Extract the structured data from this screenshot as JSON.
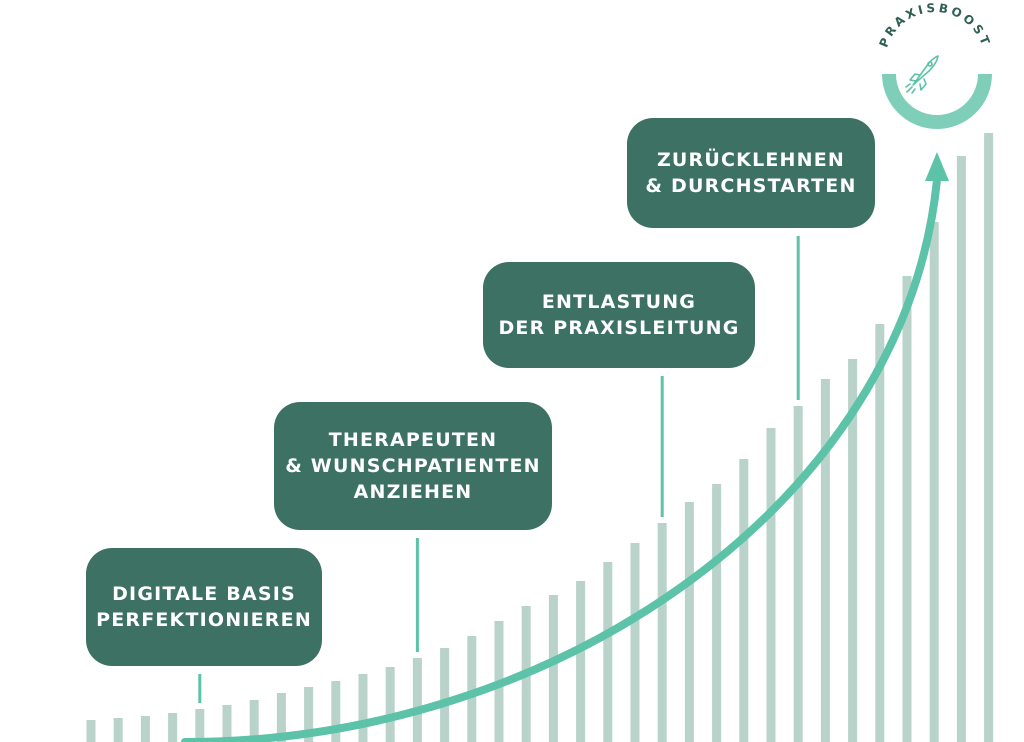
{
  "chart_data": {
    "type": "bar",
    "values": [
      22,
      24,
      26,
      29,
      33,
      37,
      42,
      49,
      55,
      61,
      68,
      75,
      84,
      94,
      106,
      121,
      136,
      147,
      161,
      180,
      199,
      219,
      240,
      258,
      283,
      314,
      336,
      363,
      383,
      418,
      466,
      520,
      586,
      609
    ],
    "ylim": [
      0,
      612
    ],
    "steps": [
      {
        "lines": [
          "DIGITALE BASIS",
          "PERFEKTIONIEREN"
        ],
        "bar_index": 4
      },
      {
        "lines": [
          "THERAPEUTEN",
          "& WUNSCHPATIENTEN",
          "ANZIEHEN"
        ],
        "bar_index": 12
      },
      {
        "lines": [
          "ENTLASTUNG",
          "DER PRAXISLEITUNG"
        ],
        "bar_index": 21
      },
      {
        "lines": [
          "ZURÜCKLEHNEN",
          "& DURCHSTARTEN"
        ],
        "bar_index": 26
      }
    ]
  },
  "logo": {
    "text": "PRAXISBOOST",
    "icon": "rocket-icon"
  },
  "colors": {
    "bar": "#b9d3cb",
    "box": "#3d7163",
    "box_text": "#ffffff",
    "curve": "#5cc2a8",
    "connector": "#5cc2a8",
    "logo_ring": "#7fceba",
    "logo_text": "#2f5f55"
  }
}
